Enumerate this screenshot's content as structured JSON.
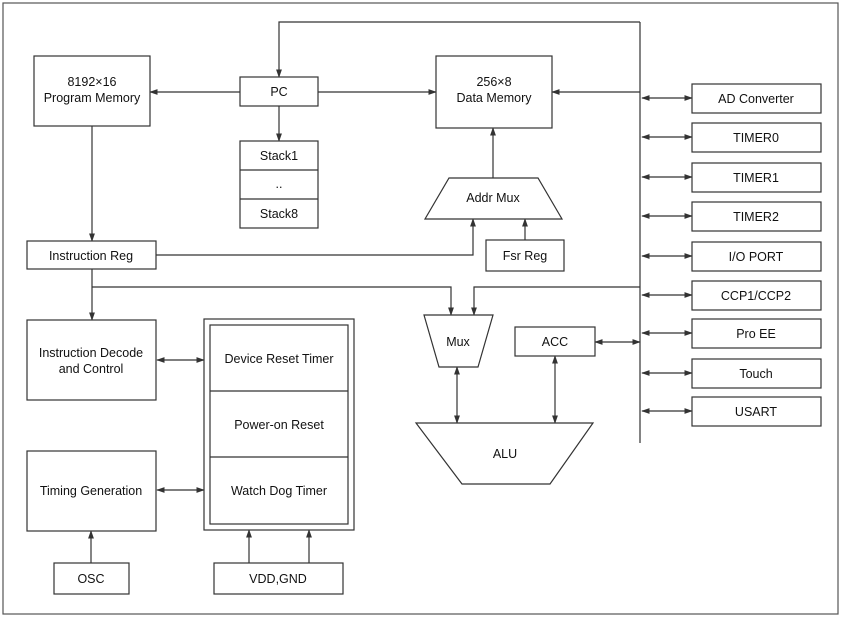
{
  "diagram": {
    "program_memory": {
      "line1": "8192×16",
      "line2": "Program Memory"
    },
    "pc": "PC",
    "stack": {
      "top": "Stack1",
      "middle": "..",
      "bottom": "Stack8"
    },
    "data_memory": {
      "line1": "256×8",
      "line2": "Data Memory"
    },
    "addr_mux": "Addr Mux",
    "fsr_reg": "Fsr Reg",
    "instruction_reg": "Instruction Reg",
    "instruction_decode": {
      "line1": "Instruction Decode",
      "line2": "and Control"
    },
    "timing_generation": "Timing Generation",
    "osc": "OSC",
    "reset_block": {
      "device_reset_timer": "Device Reset Timer",
      "power_on_reset": "Power-on Reset",
      "watch_dog_timer": "Watch Dog Timer"
    },
    "vdd_gnd": "VDD,GND",
    "mux": "Mux",
    "acc": "ACC",
    "alu": "ALU",
    "peripherals": [
      "AD Converter",
      "TIMER0",
      "TIMER1",
      "TIMER2",
      "I/O PORT",
      "CCP1/CCP2",
      "Pro EE",
      "Touch",
      "USART"
    ]
  }
}
